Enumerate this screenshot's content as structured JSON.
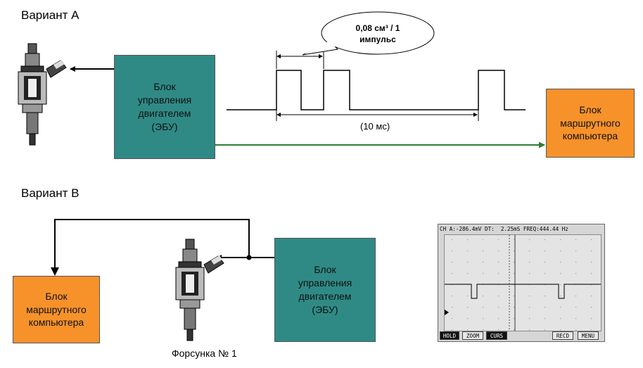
{
  "variant_a": {
    "title": "Вариант А",
    "ecu": {
      "line1": "Блок",
      "line2": "управления",
      "line3": "двигателем",
      "line4": "(ЭБУ)"
    },
    "trip_computer": {
      "line1": "Блок",
      "line2": "маршрутного",
      "line3": "компьютера"
    },
    "callout": {
      "line1": "0,08 см³ / 1",
      "line2": "импульс"
    },
    "period_label": "(10 мс)"
  },
  "variant_b": {
    "title": "Вариант В",
    "trip_computer": {
      "line1": "Блок",
      "line2": "маршрутного",
      "line3": "компьютера"
    },
    "ecu": {
      "line1": "Блок",
      "line2": "управления",
      "line3": "двигателем",
      "line4": "(ЭБУ)"
    },
    "injector_caption": "Форсунка № 1"
  },
  "scope": {
    "status": "CH A:-286.4mV DT:  2.25mS FREQ:444.44 Hz",
    "buttons": [
      "HOLD",
      "ZOOM",
      "CURS",
      "RECD",
      "MENU"
    ]
  },
  "colors": {
    "teal": "#2f8a86",
    "orange": "#f7922a",
    "signal_green": "#2e7d32"
  }
}
